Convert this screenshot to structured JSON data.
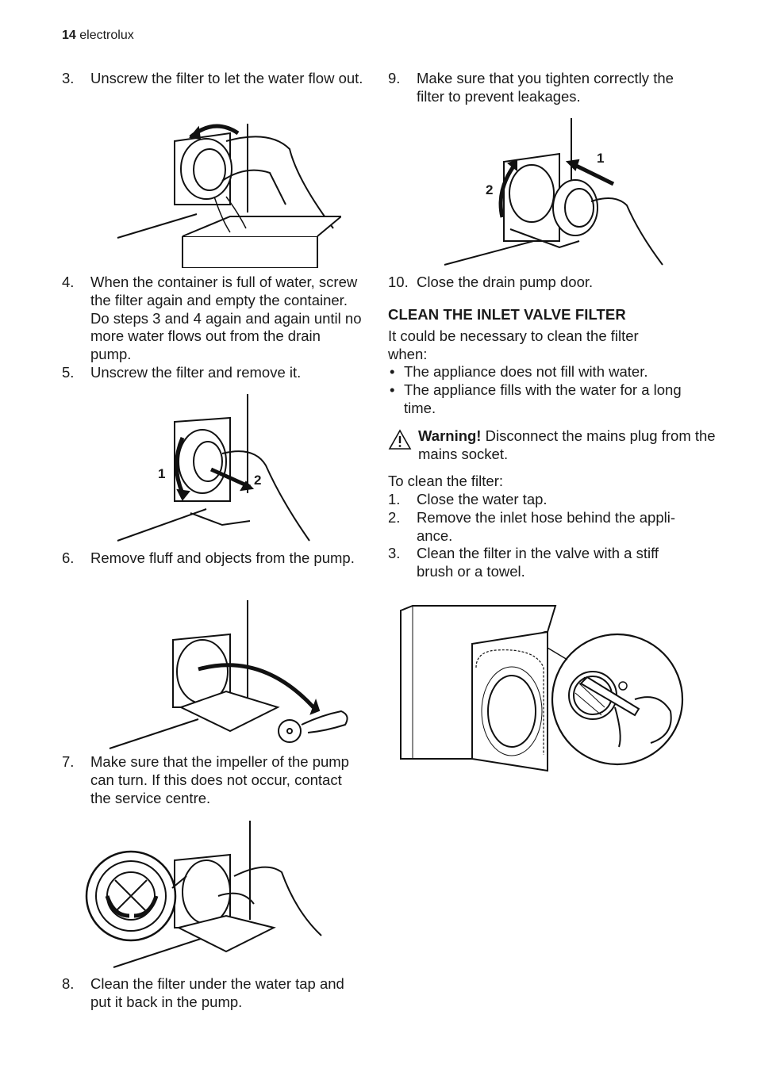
{
  "header": {
    "page_number": "14",
    "brand": "electrolux"
  },
  "left": {
    "step3": {
      "num": "3.",
      "text": "Unscrew the filter to let the water flow out."
    },
    "step4": {
      "num": "4.",
      "text": "When the container is full of water, screw the filter again and empty the container. Do steps 3 and 4 again and again until no more water flows out from the drain pump."
    },
    "step5": {
      "num": "5.",
      "text": "Unscrew the filter and remove it."
    },
    "fig5_labels": {
      "a": "1",
      "b": "2"
    },
    "step6": {
      "num": "6.",
      "text": "Remove fluff and objects from the pump."
    },
    "step7": {
      "num": "7.",
      "text": "Make sure that the impeller of the pump can turn. If this does not occur, contact the service centre."
    },
    "step8": {
      "num": "8.",
      "text": "Clean the filter under the water tap and put it back in the pump."
    }
  },
  "right": {
    "step9": {
      "num": "9.",
      "text": "Make sure that you tighten correctly the filter to prevent leakages."
    },
    "fig9_labels": {
      "a": "1",
      "b": "2"
    },
    "step10": {
      "num": "10.",
      "text": "Close the drain pump door."
    },
    "section_title": "CLEAN THE INLET VALVE FILTER",
    "intro": "It could be necessary to clean the filter when:",
    "bullets": [
      "The appliance does not fill with water.",
      "The appliance fills with the water for a long time."
    ],
    "warning": {
      "label": "Warning!",
      "text": "Disconnect the mains plug from the mains socket."
    },
    "to_clean": "To clean the filter:",
    "steps": [
      {
        "num": "1.",
        "text": "Close the water tap."
      },
      {
        "num": "2.",
        "text": "Remove the inlet hose behind the appli- ance."
      },
      {
        "num": "3.",
        "text": "Clean the filter in the valve with a stiff brush or a towel."
      }
    ]
  }
}
